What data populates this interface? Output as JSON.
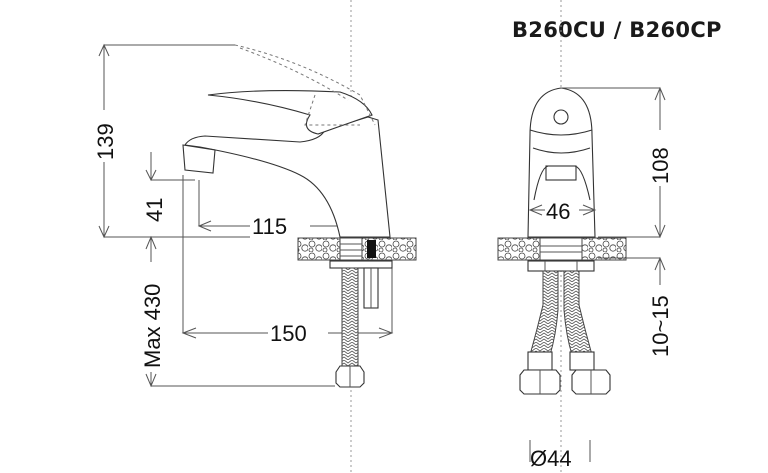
{
  "title": "B260CU / B260CP",
  "side_view": {
    "dimensions": {
      "total_height": "139",
      "spout_height": "41",
      "spout_reach": "115",
      "hose_max_length": "Max 430",
      "hose_reach": "150"
    }
  },
  "front_view": {
    "dimensions": {
      "body_height": "108",
      "body_width": "46",
      "deck_thickness": "10~15",
      "hole_diameter": "Ø44"
    }
  },
  "colors": {
    "line": "#555555",
    "object": "#333333",
    "text": "#111111",
    "background": "#ffffff"
  }
}
